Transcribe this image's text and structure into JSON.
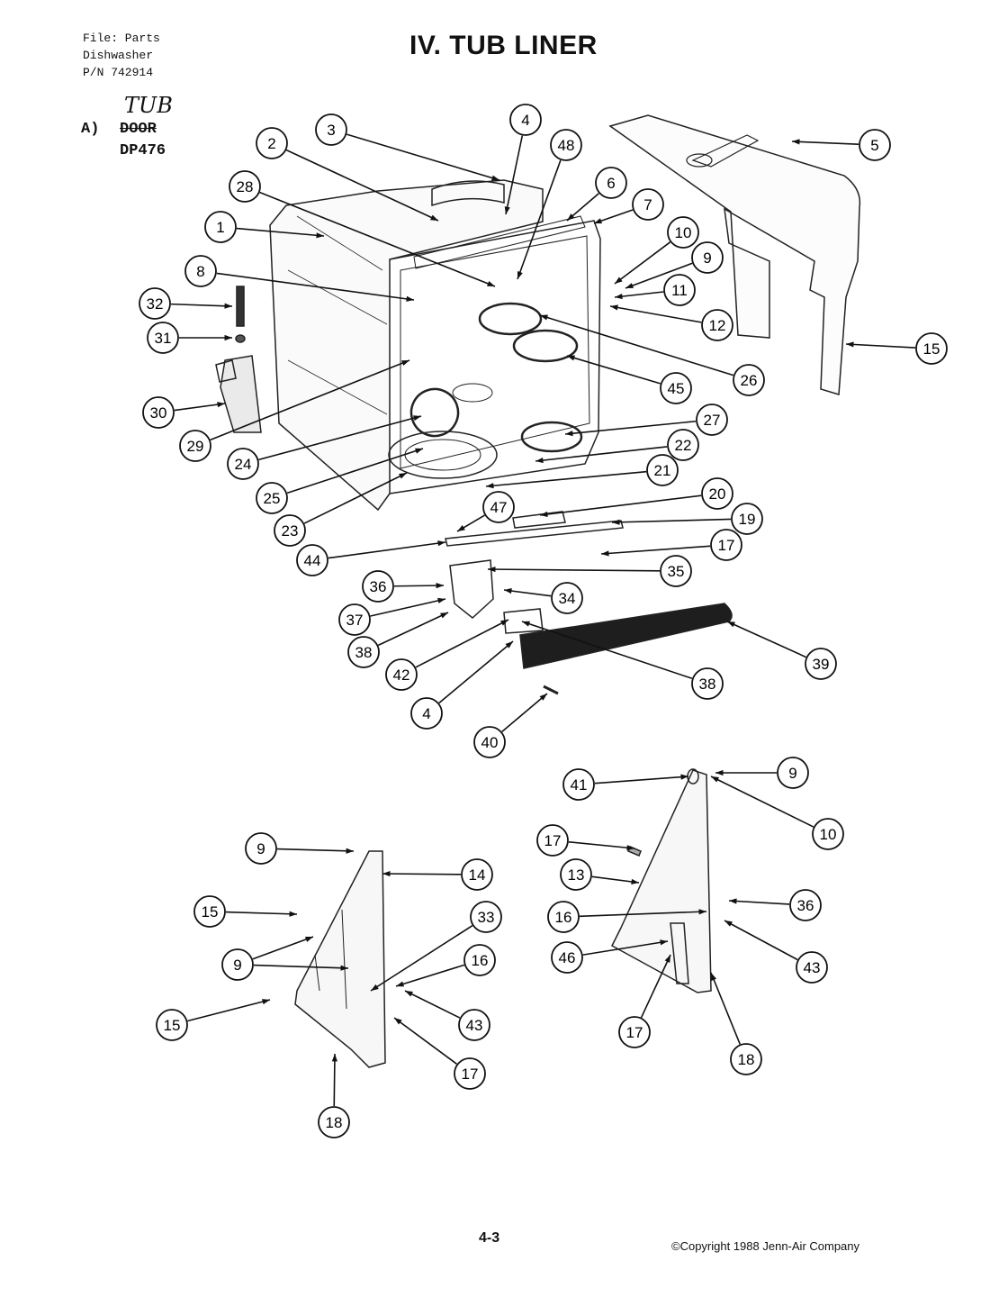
{
  "header": {
    "line1": "File: Parts",
    "line2": "Dishwasher",
    "line3": "P/N 742914"
  },
  "title": "IV.  TUB LINER",
  "section": {
    "letter": "A)",
    "handwritten": "TUB",
    "struck": "DOOR",
    "model": "DP476"
  },
  "callouts": [
    {
      "id": "c3",
      "label": "3"
    },
    {
      "id": "c4a",
      "label": "4"
    },
    {
      "id": "c48",
      "label": "48"
    },
    {
      "id": "c5",
      "label": "5"
    },
    {
      "id": "c2",
      "label": "2"
    },
    {
      "id": "c6",
      "label": "6"
    },
    {
      "id": "c7",
      "label": "7"
    },
    {
      "id": "c28",
      "label": "28"
    },
    {
      "id": "c1",
      "label": "1"
    },
    {
      "id": "c10a",
      "label": "10"
    },
    {
      "id": "c9a",
      "label": "9"
    },
    {
      "id": "c8",
      "label": "8"
    },
    {
      "id": "c11",
      "label": "11"
    },
    {
      "id": "c32",
      "label": "32"
    },
    {
      "id": "c12",
      "label": "12"
    },
    {
      "id": "c31",
      "label": "31"
    },
    {
      "id": "c15a",
      "label": "15"
    },
    {
      "id": "c26",
      "label": "26"
    },
    {
      "id": "c45",
      "label": "45"
    },
    {
      "id": "c30",
      "label": "30"
    },
    {
      "id": "c27",
      "label": "27"
    },
    {
      "id": "c22",
      "label": "22"
    },
    {
      "id": "c29",
      "label": "29"
    },
    {
      "id": "c24",
      "label": "24"
    },
    {
      "id": "c21",
      "label": "21"
    },
    {
      "id": "c25",
      "label": "25"
    },
    {
      "id": "c20",
      "label": "20"
    },
    {
      "id": "c47",
      "label": "47"
    },
    {
      "id": "c23",
      "label": "23"
    },
    {
      "id": "c19",
      "label": "19"
    },
    {
      "id": "c17a",
      "label": "17"
    },
    {
      "id": "c44",
      "label": "44"
    },
    {
      "id": "c35",
      "label": "35"
    },
    {
      "id": "c36a",
      "label": "36"
    },
    {
      "id": "c34",
      "label": "34"
    },
    {
      "id": "c37",
      "label": "37"
    },
    {
      "id": "c38a",
      "label": "38"
    },
    {
      "id": "c39",
      "label": "39"
    },
    {
      "id": "c42",
      "label": "42"
    },
    {
      "id": "c38b",
      "label": "38"
    },
    {
      "id": "c4b",
      "label": "4"
    },
    {
      "id": "c40",
      "label": "40"
    },
    {
      "id": "c41",
      "label": "41"
    },
    {
      "id": "c9b",
      "label": "9"
    },
    {
      "id": "c10b",
      "label": "10"
    },
    {
      "id": "c17b",
      "label": "17"
    },
    {
      "id": "c9c",
      "label": "9"
    },
    {
      "id": "c14",
      "label": "14"
    },
    {
      "id": "c13",
      "label": "13"
    },
    {
      "id": "c36b",
      "label": "36"
    },
    {
      "id": "c15b",
      "label": "15"
    },
    {
      "id": "c33",
      "label": "33"
    },
    {
      "id": "c16a",
      "label": "16"
    },
    {
      "id": "c46",
      "label": "46"
    },
    {
      "id": "c43a",
      "label": "43"
    },
    {
      "id": "c9d",
      "label": "9"
    },
    {
      "id": "c16b",
      "label": "16"
    },
    {
      "id": "c15c",
      "label": "15"
    },
    {
      "id": "c43b",
      "label": "43"
    },
    {
      "id": "c17c",
      "label": "17"
    },
    {
      "id": "c17d",
      "label": "17"
    },
    {
      "id": "c18a",
      "label": "18"
    },
    {
      "id": "c18b",
      "label": "18"
    }
  ],
  "footer": {
    "page": "4-3",
    "copyright": "©Copyright 1988 Jenn-Air Company"
  }
}
